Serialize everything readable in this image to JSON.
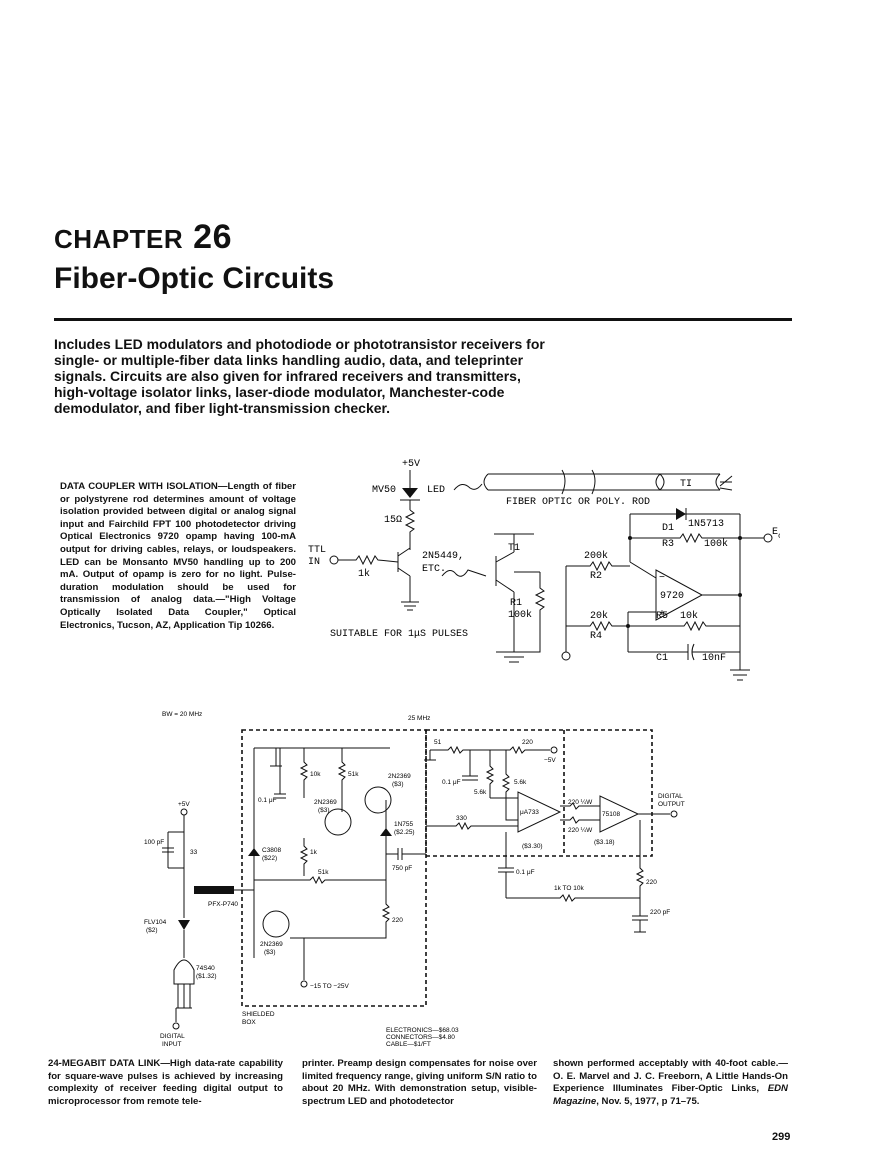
{
  "chapter": {
    "label": "CHAPTER",
    "number": "26",
    "title": "Fiber-Optic Circuits"
  },
  "intro": "Includes LED modulators and photodiode or phototransistor receivers for single- or multiple-fiber data links handling audio, data, and teleprinter signals. Circuits are also given for infrared receivers and transmitters, high-voltage isolator links, laser-diode modulator, Manchester-code demodulator, and fiber light-transmission checker.",
  "circuit1": {
    "caption_title": "DATA COUPLER WITH ISOLATION",
    "caption_body": "—Length of fiber or polystyrene rod determines amount of voltage isolation provided between digital or analog signal input and Fairchild FPT 100 photodetector driving Optical Electronics 9720 opamp having 100-mA output for driving cables, relays, or loudspeakers. LED can be Monsanto MV50 handling up to 200 mA. Output of opamp is zero for no light. Pulse-duration modulation should be used for transmission of analog data.—\"High Voltage Optically Isolated Data Coupler,\" Optical Electronics, Tucson, AZ, Application Tip 10266.",
    "labels": {
      "supply": "+5V",
      "led_part": "MV50",
      "led": "LED",
      "fiber": "FIBER OPTIC OR POLY. ROD",
      "res15": "15Ω",
      "ttl": "TTL",
      "in": "IN",
      "r1k": "1k",
      "transistor": "2N5449,",
      "etc": "ETC.",
      "suitable": "SUITABLE FOR 1μS PULSES",
      "t1": "T1",
      "t1b": "TI",
      "r1": "R1",
      "r1v": "100k",
      "d1": "D1",
      "d1p": "1N5713",
      "r3": "R3",
      "r3v": "100k",
      "r2v": "200k",
      "r2": "R2",
      "opamp": "9720",
      "r4v": "20k",
      "r4": "R4",
      "r5": "R5",
      "r5v": "10k",
      "c1": "C1",
      "c1v": "10nF",
      "eo": "E",
      "eo_sub": "o",
      "minus": "−",
      "plus": "+"
    }
  },
  "circuit2": {
    "labels": {
      "bw": "BW = 20 MHz",
      "mhz": "25 MHz",
      "r51": "51",
      "r220a": "220",
      "neg5": "−5V",
      "c01": "0.1 μF",
      "r56a": "5.6k",
      "r56b": "5.6k",
      "r10k": "10k",
      "r51k": "51k",
      "q1": "2N2369",
      "q1p": "($3)",
      "q2": "2N2369",
      "q2p": "($3)",
      "c01b": "0.1 μF",
      "pos5": "+5V",
      "c100": "100 pF",
      "r33": "33",
      "c3808": "C3808",
      "c3808p": "($22)",
      "r1k": "1k",
      "zener": "1N755",
      "zenerp": "($2.25)",
      "c750": "750 pF",
      "r330": "330",
      "ua": "μA733",
      "uap": "($3.30)",
      "r220w1": "220 ¼W",
      "r220w2": "220 ¼W",
      "u75108": "75108",
      "u75108p": "($3.18)",
      "digout": "DIGITAL",
      "digout2": "OUTPUT",
      "c01c": "0.1 μF",
      "r1k10k": "1k TO 10k",
      "r220b": "220",
      "c220": "220 pF",
      "r51kb": "51k",
      "pfx": "PFX-P740",
      "flv": "FLV104",
      "flvp": "($2)",
      "q3": "2N2369",
      "q3p": "($3)",
      "r220c": "220",
      "chip": "74S40",
      "chipp": "($1.32)",
      "supply": "−15 TO −25V",
      "shield1": "SHIELDED",
      "shield2": "BOX",
      "digin1": "DIGITAL",
      "digin2": "INPUT",
      "cost1": "ELECTRONICS—$68.03",
      "cost2": "CONNECTORS—$4.80",
      "cost3": "CABLE—$1/FT"
    },
    "caption": {
      "title": "24-MEGABIT DATA LINK",
      "col1": "—High data-rate capability for square-wave pulses is achieved by increasing complexity of receiver feeding digital output to microprocessor from remote tele-",
      "col2": "printer. Preamp design compensates for noise over limited frequency range, giving uniform S/N ratio to about 20 MHz. With demonstration setup, visible-spectrum LED and photodetector",
      "col3_body": "shown performed acceptably with 40-foot cable.—O. E. Marvel and J. C. Freeborn, A Little Hands-On Experience Illuminates Fiber-Optic Links, ",
      "col3_journal": "EDN Magazine",
      "col3_end": ", Nov. 5, 1977, p 71–75."
    }
  },
  "page_number": "299"
}
